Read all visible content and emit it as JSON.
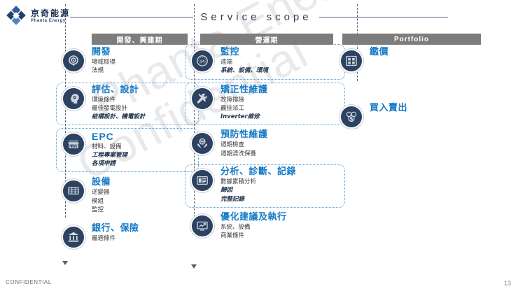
{
  "brand": {
    "name_cn": "京奇能源",
    "name_en": "Phanta Energy",
    "logo_icon": "diamond-grid-logo-icon"
  },
  "header": {
    "title": "Service scope"
  },
  "watermark": {
    "line1": "Phanta Energy",
    "line2": "Confidential"
  },
  "columns": [
    {
      "id": "development",
      "header": "開發、興建期",
      "items": [
        {
          "title": "開發",
          "icon": "target-location-icon",
          "subs": [
            {
              "text": "場域取得",
              "bold": false
            },
            {
              "text": "法規",
              "bold": false
            }
          ]
        },
        {
          "title": "評估、設計",
          "icon": "head-gear-icon",
          "subs": [
            {
              "text": "環境條件",
              "bold": false
            },
            {
              "text": "最佳發電設計",
              "bold": false
            },
            {
              "text": "結構設計、機電設計",
              "bold": true
            }
          ]
        },
        {
          "title": "EPC",
          "icon": "solar-array-icon",
          "latin": true,
          "subs": [
            {
              "text": "材料、設備",
              "bold": false
            },
            {
              "text": "工程專案管理",
              "bold": true
            },
            {
              "text": "各項申請",
              "bold": true
            }
          ]
        },
        {
          "title": "設備",
          "icon": "solar-panel-icon",
          "subs": [
            {
              "text": "逆變器",
              "bold": false
            },
            {
              "text": "模組",
              "bold": false
            },
            {
              "text": "監控",
              "bold": false
            }
          ]
        },
        {
          "title": "銀行、保險",
          "icon": "bank-building-icon",
          "subs": [
            {
              "text": "最適條件",
              "bold": false
            }
          ]
        }
      ]
    },
    {
      "id": "operation",
      "header": "營運期",
      "items": [
        {
          "title": "監控",
          "icon": "twentyfour-hour-clock-icon",
          "subs": [
            {
              "text": "遠端",
              "bold": false
            },
            {
              "text": "系統、設備、環境",
              "bold": true
            }
          ]
        },
        {
          "title": "矯正性維護",
          "icon": "wrench-screwdriver-icon",
          "subs": [
            {
              "text": "故障排除",
              "bold": false
            },
            {
              "text": "最佳派工",
              "bold": false
            },
            {
              "text": "Inverter維修",
              "bold": true
            }
          ]
        },
        {
          "title": "預防性維護",
          "icon": "hands-shield-globe-icon",
          "subs": [
            {
              "text": "週期檢查",
              "bold": false
            },
            {
              "text": "週期清洗保養",
              "bold": false
            }
          ]
        },
        {
          "title": "分析、診斷、記錄",
          "icon": "report-document-icon",
          "subs": [
            {
              "text": "數據累積分析",
              "bold": false
            },
            {
              "text": "歸因",
              "bold": true
            },
            {
              "text": "完整記錄",
              "bold": true
            }
          ]
        },
        {
          "title": "優化建議及執行",
          "icon": "trend-chart-screen-icon",
          "subs": [
            {
              "text": "系統、設備",
              "bold": false
            },
            {
              "text": "商業條件",
              "bold": false
            }
          ]
        }
      ]
    },
    {
      "id": "portfolio",
      "header": "Portfolio",
      "items": [
        {
          "title": "鑑價",
          "icon": "appraisal-grid-icon",
          "subs": []
        },
        {
          "title": "買入賣出",
          "icon": "money-exchange-icon",
          "subs": []
        }
      ]
    }
  ],
  "footer": {
    "confidential": "CONFIDENTIAL",
    "page_number": "13"
  },
  "colors": {
    "title_blue": "#1479c6",
    "icon_navy": "#2d4260",
    "header_gray": "#7d7d7d",
    "dotted_box": "#4f9fd8"
  }
}
